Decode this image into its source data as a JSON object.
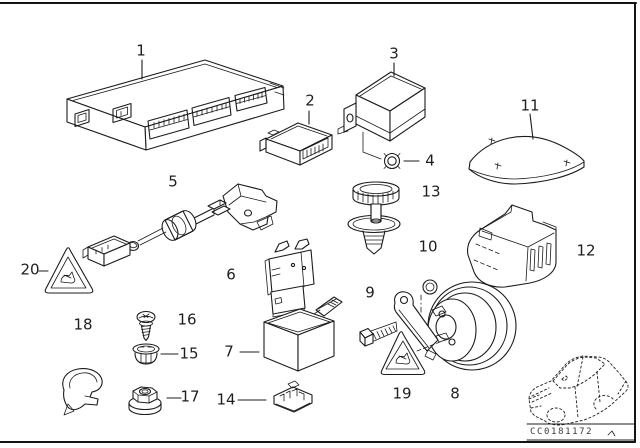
{
  "callouts": [
    {
      "number": "1"
    },
    {
      "number": "2"
    },
    {
      "number": "3"
    },
    {
      "number": "4"
    },
    {
      "number": "5"
    },
    {
      "number": "6"
    },
    {
      "number": "7"
    },
    {
      "number": "8"
    },
    {
      "number": "9"
    },
    {
      "number": "10"
    },
    {
      "number": "11"
    },
    {
      "number": "12"
    },
    {
      "number": "13"
    },
    {
      "number": "14"
    },
    {
      "number": "15"
    },
    {
      "number": "16"
    },
    {
      "number": "17"
    },
    {
      "number": "18"
    },
    {
      "number": "19"
    },
    {
      "number": "20"
    }
  ],
  "footer": {
    "code": "CC0181172"
  },
  "colors": {
    "line": "#1c1c1c",
    "background": "#ffffff"
  }
}
